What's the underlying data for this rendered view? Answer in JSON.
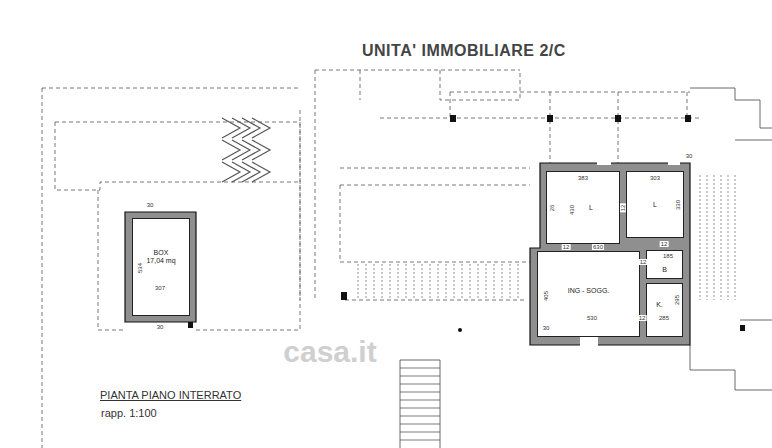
{
  "diagram": {
    "title": "UNITA' IMMOBILIARE 2/C",
    "caption": "PIANTA PIANO INTERRATO",
    "nodes": [
      {
        "text": [
          "BOX 17,04 mq"
        ]
      },
      {
        "text": [
          "L"
        ]
      },
      {
        "text": [
          "L"
        ]
      },
      {
        "text": [
          "ING - SOGG."
        ]
      },
      {
        "text": [
          "B"
        ]
      },
      {
        "text": [
          "K."
        ]
      }
    ],
    "labels": [
      "30",
      "534",
      "307",
      "30",
      "30",
      "383",
      "303",
      "26",
      "430",
      "12",
      "330",
      "12",
      "630",
      "12",
      "185",
      "12",
      "405",
      "530",
      "12",
      "285",
      "295",
      "30",
      "casa.it",
      "rapp. 1:100"
    ]
  }
}
